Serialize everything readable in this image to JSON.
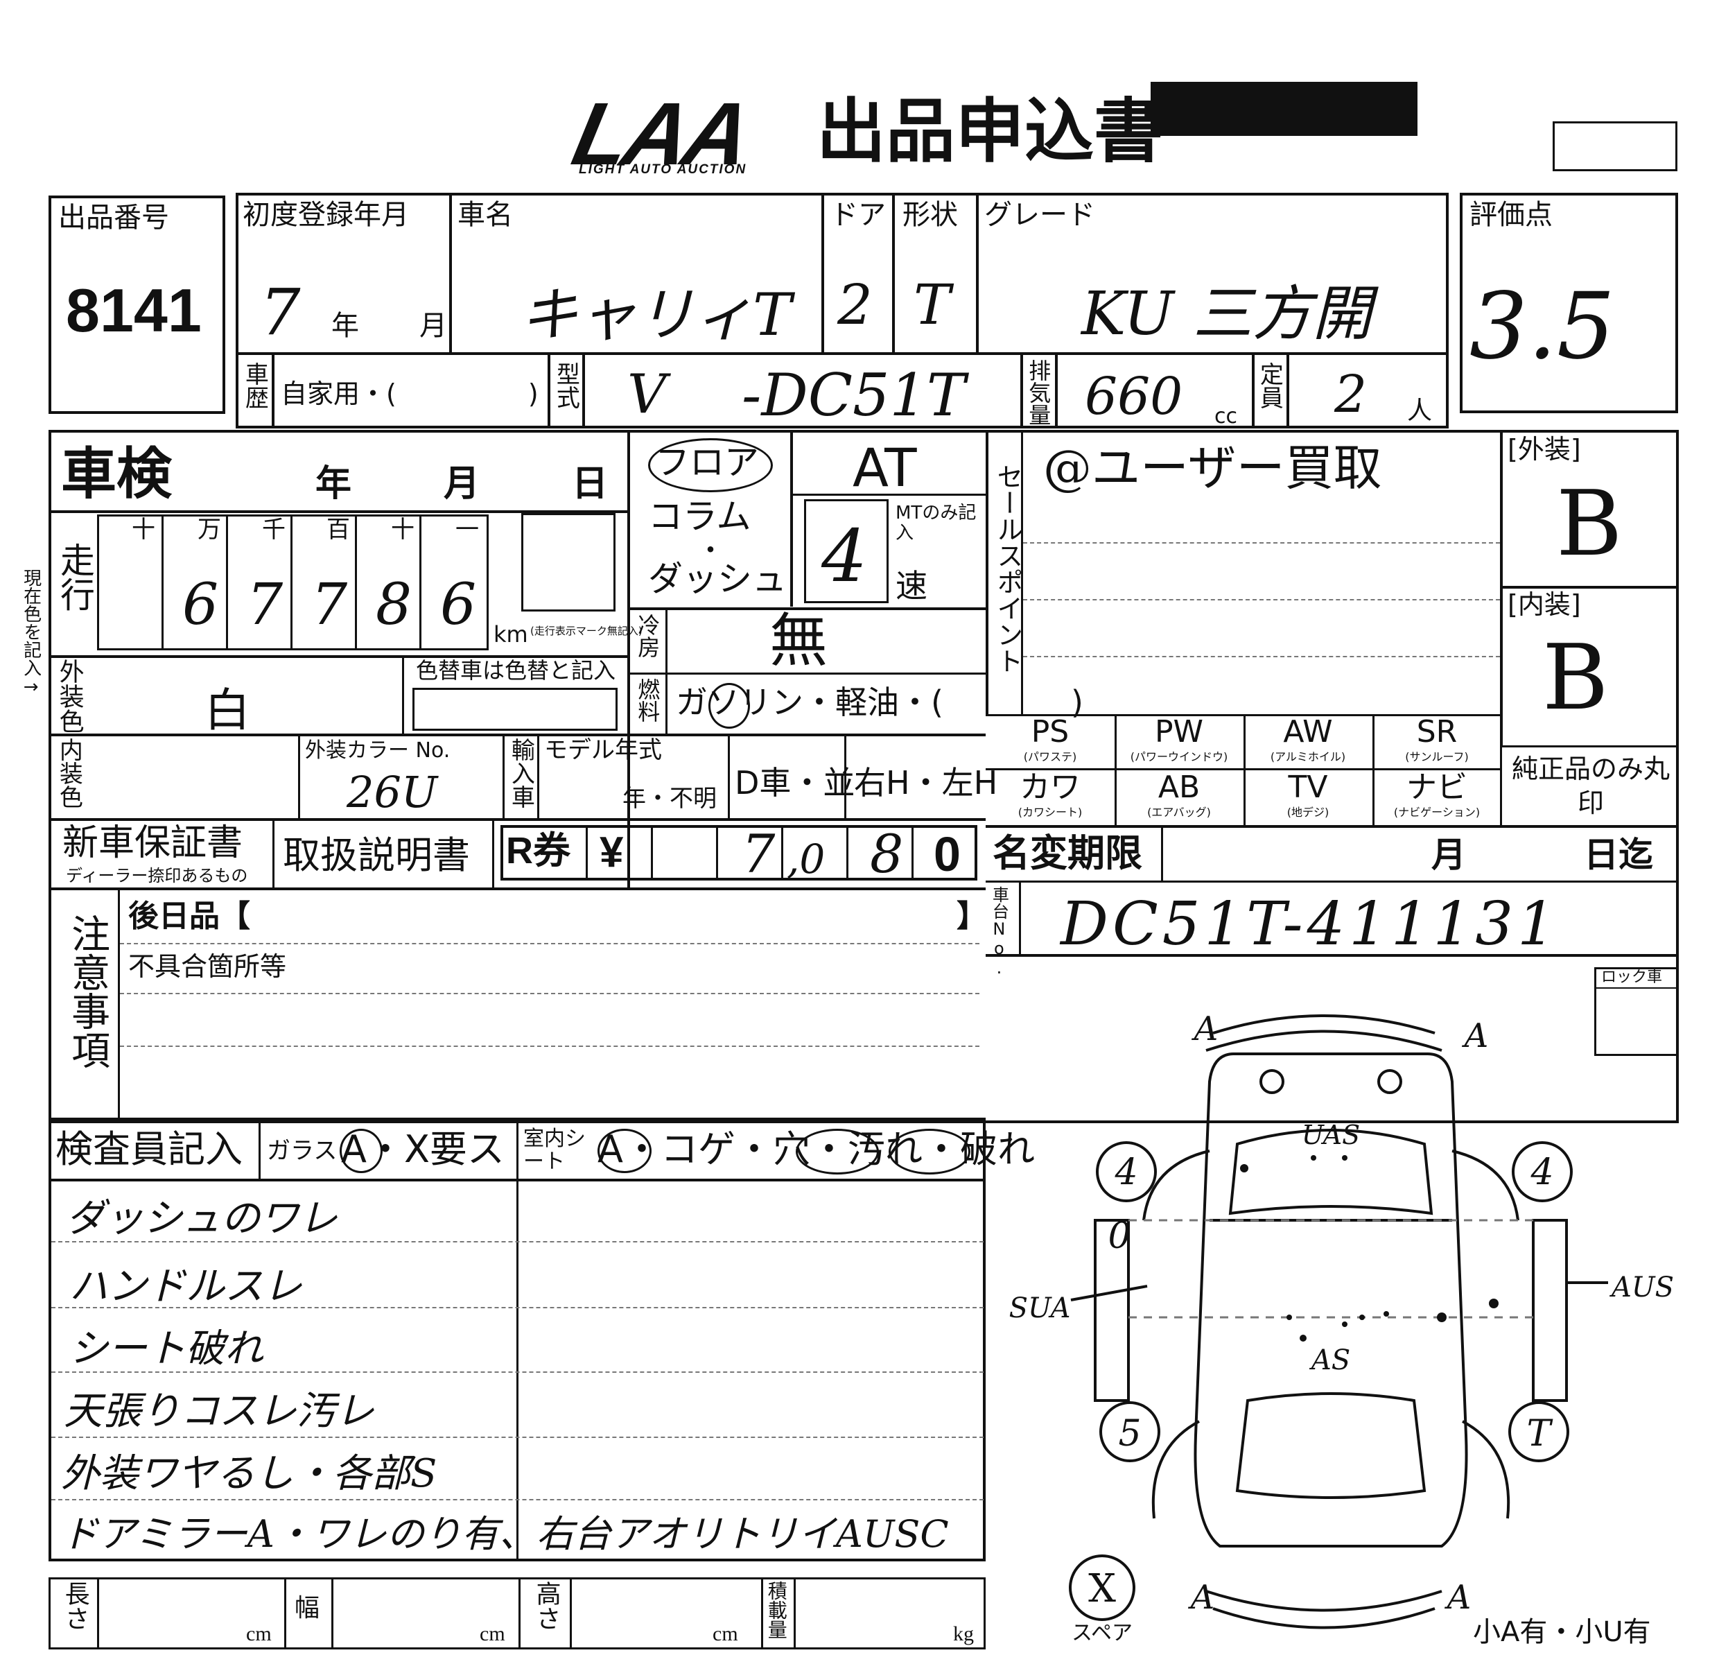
{
  "header": {
    "logo_text": "LAA",
    "logo_subtext": "LIGHT AUTO AUCTION",
    "form_title": "出品申込書"
  },
  "lot": {
    "label": "出品番号",
    "value": "8141"
  },
  "registration": {
    "label": "初度登録年月",
    "year_value": "7",
    "year_unit": "年",
    "month_unit": "月"
  },
  "car_name": {
    "label": "車名",
    "value": "キャリィT"
  },
  "door": {
    "label": "ドア",
    "value": "2"
  },
  "shape": {
    "label": "形状",
    "value": "T"
  },
  "grade": {
    "label": "グレード",
    "value": "KU 三方開"
  },
  "score": {
    "label": "評価点",
    "value": "3.5"
  },
  "usage": {
    "label": "車歴",
    "text": "自家用・(　　　　　)"
  },
  "model_type": {
    "label": "型式",
    "prefix": "V",
    "value": "-DC51T"
  },
  "displacement": {
    "label": "排気量",
    "value": "660",
    "unit": "cc"
  },
  "capacity": {
    "label": "定員",
    "value": "2",
    "unit": "人"
  },
  "inspection": {
    "label": "車検",
    "year": "年",
    "month": "月",
    "day": "日"
  },
  "shift": {
    "floor": "フロア",
    "column": "コラム",
    "dot": "・",
    "dash": "ダッシュ",
    "at": "AT",
    "mt_note": "MTのみ記入",
    "speed_value": "4",
    "speed_unit": "速"
  },
  "sales_point": {
    "label": "セールスポイント",
    "value": "@ユーザー買取"
  },
  "exterior_grade": {
    "label": "[外装]",
    "value": "B"
  },
  "interior_grade": {
    "label": "[内装]",
    "value": "B"
  },
  "mileage": {
    "label": "走行",
    "place_labels": [
      "十",
      "万",
      "千",
      "百",
      "十",
      "一"
    ],
    "digits": [
      "",
      "6",
      "7",
      "7",
      "8",
      "6"
    ],
    "unit": "km",
    "unit_note": "(走行表示マーク無記入)"
  },
  "current_color_note": "現在色を記入→",
  "ac": {
    "label": "冷房",
    "value": "無"
  },
  "fuel": {
    "label": "燃料",
    "text": "ガソリン・軽油・(　　　　)"
  },
  "exterior_color": {
    "label": "外装色",
    "value": "白",
    "change_label": "色替車は色替と記入"
  },
  "options": [
    {
      "code": "PS",
      "sub": "(パワステ)"
    },
    {
      "code": "PW",
      "sub": "(パワーウインドウ)"
    },
    {
      "code": "AW",
      "sub": "(アルミホイル)"
    },
    {
      "code": "SR",
      "sub": "(サンルーフ)"
    },
    {
      "code": "カワ",
      "sub": "(カワシート)"
    },
    {
      "code": "AB",
      "sub": "(エアバッグ)"
    },
    {
      "code": "TV",
      "sub": "(地デジ)"
    },
    {
      "code": "ナビ",
      "sub": "(ナビゲーション)"
    }
  ],
  "genuine_note": "純正品のみ丸印",
  "interior_color": {
    "label": "内装色"
  },
  "color_no": {
    "label": "外装カラー No.",
    "value": "26U"
  },
  "import": {
    "label": "輸入車"
  },
  "model_year": {
    "label": "モデル年式",
    "text": "年・不明"
  },
  "dealer": {
    "text": "D車・並"
  },
  "handle": {
    "text": "右H・左H"
  },
  "warranty": {
    "label": "新車保証書",
    "sub": "ディーラー捺印あるもの"
  },
  "manual": {
    "label": "取扱説明書"
  },
  "recycle": {
    "label": "R券",
    "yen": "¥",
    "digits": [
      "",
      "",
      "7",
      ",0",
      "8",
      "0"
    ]
  },
  "name_change": {
    "label": "名変期限",
    "month": "月",
    "day": "日迄"
  },
  "chassis": {
    "label": "車台No.",
    "value": "DC51T-411131"
  },
  "notes": {
    "label": "注意事項",
    "parts_label": "後日品【",
    "parts_close": "】",
    "defects_label": "不具合箇所等"
  },
  "lock_label": "ロック車",
  "inspector": {
    "label": "検査員記入",
    "glass_label": "ガラス",
    "glass_options": "A・X要ス",
    "seat_label": "室内シート",
    "seat_options": "A・コゲ・穴・汚れ・破れ",
    "remarks": [
      "ダッシュのワレ",
      "ハンドルスレ",
      "シート破れ",
      "天張りコスレ汚レ",
      "外装ワヤるし・各部S",
      "ドアミラーA・ワレのり有、右台アオリトリイAUSC"
    ]
  },
  "diagram": {
    "marks": [
      "A",
      "A",
      "UAS",
      "4",
      "4",
      "0",
      "SUA",
      "AUS",
      "AS",
      "5",
      "T",
      "A",
      "A",
      "X"
    ],
    "spare_label": "スペア",
    "small_a": "小A有・小U有"
  },
  "dimensions": {
    "length_label": "長さ",
    "width_label": "幅",
    "height_label": "高さ",
    "load_label": "積載量",
    "cm": "cm",
    "kg": "kg"
  }
}
